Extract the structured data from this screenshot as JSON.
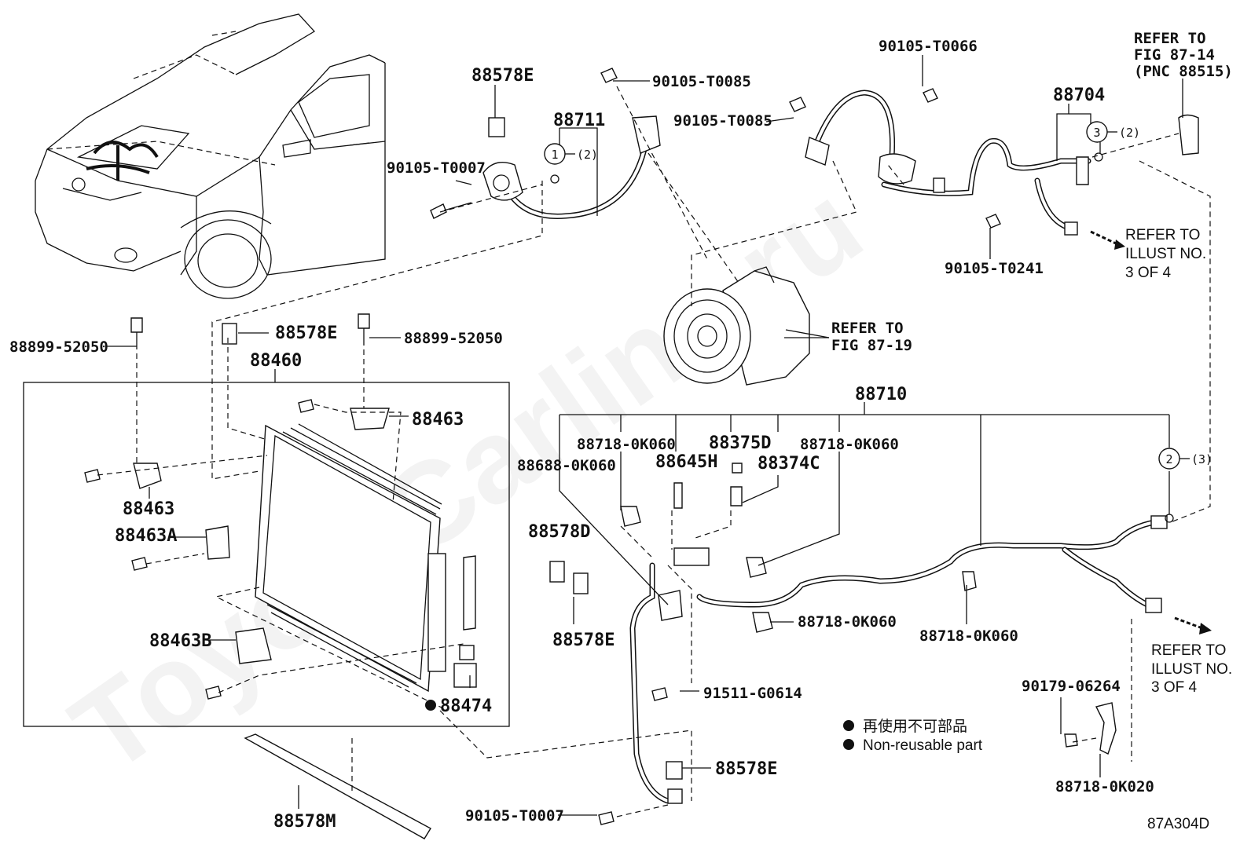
{
  "watermark": "ToyotaCarline.ru",
  "figure_code": "87A304D",
  "legend": {
    "japanese": "再使用不可部品",
    "english": "Non-reusable part"
  },
  "callouts": {
    "c1": {
      "num": "1",
      "qty": "(2)"
    },
    "c2": {
      "num": "2",
      "qty": "(3)"
    },
    "c3": {
      "num": "3",
      "qty": "(2)"
    }
  },
  "labels": {
    "p88578E_top": "88578E",
    "p88711": "88711",
    "p90105_T0085_a": "90105-T0085",
    "p90105_T0085_b": "90105-T0085",
    "p90105_T0007_top": "90105-T0007",
    "p90105_T0066": "90105-T0066",
    "refer_fig_87_14_l1": "REFER TO",
    "refer_fig_87_14_l2": "FIG 87-14",
    "refer_fig_87_14_l3": "(PNC 88515)",
    "p88704": "88704",
    "refer_illust_top_l1": "REFER TO",
    "refer_illust_top_l2": "ILLUST NO.",
    "refer_illust_top_l3": "3 OF 4",
    "p90105_T0241": "90105-T0241",
    "refer_fig_87_19_l1": "REFER TO",
    "refer_fig_87_19_l2": "FIG 87-19",
    "p88899_left": "88899-52050",
    "p88578E_mid": "88578E",
    "p88899_right": "88899-52050",
    "p88460": "88460",
    "p88463_right": "88463",
    "p88463_left": "88463",
    "p88463A": "88463A",
    "p88463B": "88463B",
    "p88474": "88474",
    "p88578M": "88578M",
    "p88710": "88710",
    "p88718_a": "88718-0K060",
    "p88375D": "88375D",
    "p88718_b": "88718-0K060",
    "p88688": "88688-0K060",
    "p88645H": "88645H",
    "p88374C": "88374C",
    "p88578D": "88578D",
    "p88578E_low": "88578E",
    "p88718_c": "88718-0K060",
    "p88718_d": "88718-0K060",
    "refer_illust_bot_l1": "REFER TO",
    "refer_illust_bot_l2": "ILLUST NO.",
    "refer_illust_bot_l3": "3 OF 4",
    "p91511": "91511-G0614",
    "p90179": "90179-06264",
    "p88578E_bot": "88578E",
    "p90105_T0007_bot": "90105-T0007",
    "p88718_0K020": "88718-0K020"
  }
}
